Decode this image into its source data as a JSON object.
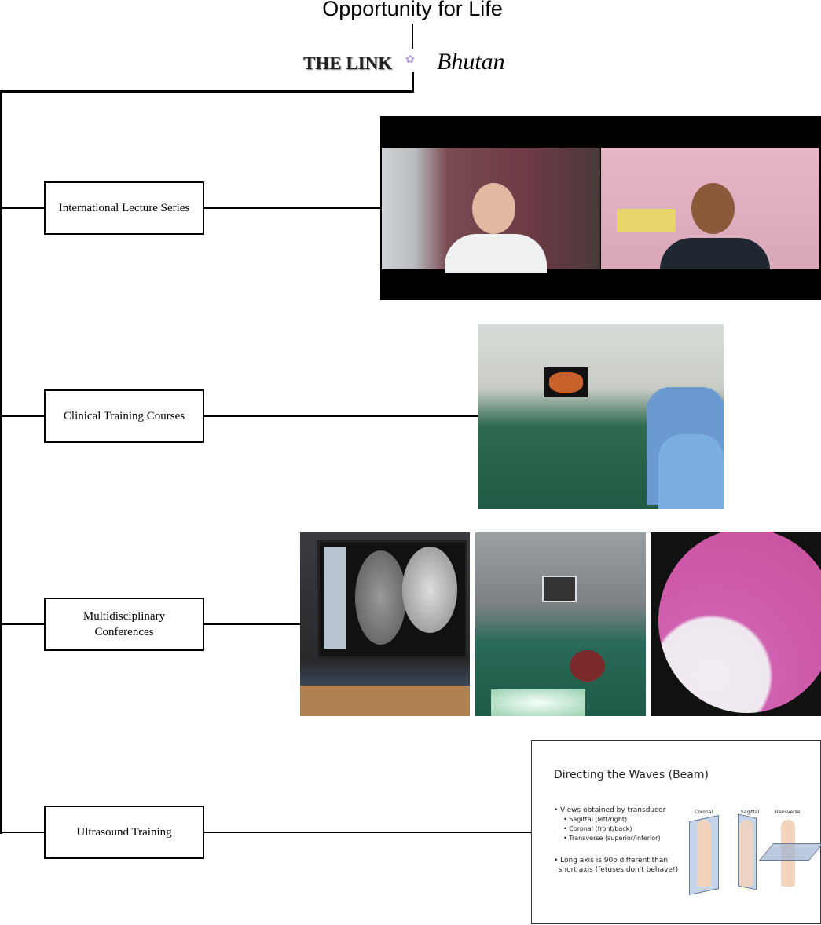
{
  "header": {
    "title": "Opportunity for Life",
    "logo_left": "THE LINK",
    "logo_right": "Bhutan"
  },
  "programs": [
    {
      "label": "International Lecture Series",
      "image": "video-conference-photo"
    },
    {
      "label": "Clinical Training Courses",
      "image": "surgical-training-photo"
    },
    {
      "label": "Multidisciplinary Conferences",
      "image": "mri-surgery-histology-photos"
    },
    {
      "label": "Ultrasound Training",
      "image": "ultrasound-lecture-slide"
    }
  ],
  "slide": {
    "title": "Directing the Waves (Beam)",
    "bullet1": "Views obtained by transducer",
    "sub": [
      "Sagittal (left/right)",
      "Coronal (front/back)",
      "Transverse (superior/inferior)"
    ],
    "bullet2a": "Long axis is 90o different than",
    "bullet2b": "short axis (fetuses don't behave!)",
    "planes": [
      "Coronal",
      "Sagittal",
      "Transverse"
    ]
  }
}
